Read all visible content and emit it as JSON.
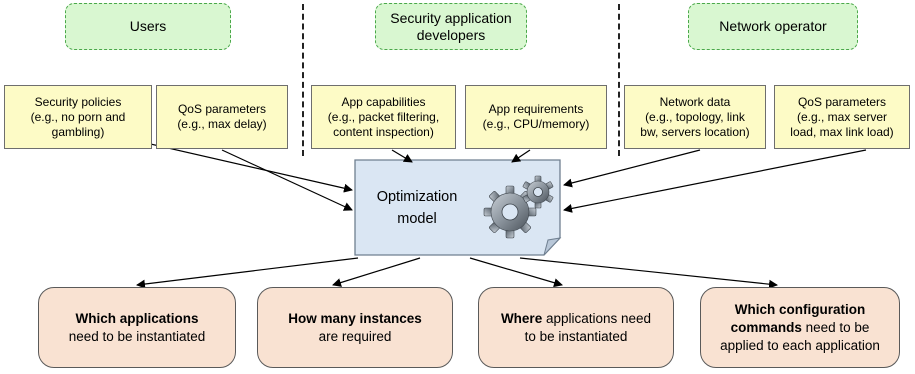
{
  "stakeholders": [
    {
      "label": "Users"
    },
    {
      "label": "Security application developers"
    },
    {
      "label": "Network operator"
    }
  ],
  "inputs": [
    {
      "line1": "Security policies",
      "line2": "(e.g., no porn and",
      "line3": "gambling)"
    },
    {
      "line1": "QoS parameters",
      "line2": "(e.g., max delay)",
      "line3": ""
    },
    {
      "line1": "App capabilities",
      "line2": "(e.g., packet filtering,",
      "line3": "content inspection)"
    },
    {
      "line1": "App requirements",
      "line2": "(e.g., CPU/memory)",
      "line3": ""
    },
    {
      "line1": "Network data",
      "line2": "(e.g., topology, link",
      "line3": "bw, servers location)"
    },
    {
      "line1": "QoS parameters",
      "line2": "(e.g., max server",
      "line3": "load, max link load)"
    }
  ],
  "model": {
    "line1": "Optimization",
    "line2": "model",
    "icon": "gears-icon"
  },
  "outputs": [
    {
      "bold": "Which applications",
      "rest": "need to be instantiated"
    },
    {
      "bold": "How many instances",
      "rest": "are required"
    },
    {
      "bold": "Where",
      "rest": "applications need to be instantiated"
    },
    {
      "bold": "Which configuration commands",
      "rest": "need to be applied to each application"
    }
  ],
  "colors": {
    "stakeholder_fill": "#d9f7d1",
    "stakeholder_border": "#4aa84a",
    "input_fill": "#fdfbc6",
    "model_fill": "#dae6f3",
    "output_fill": "#f9e2d2"
  }
}
